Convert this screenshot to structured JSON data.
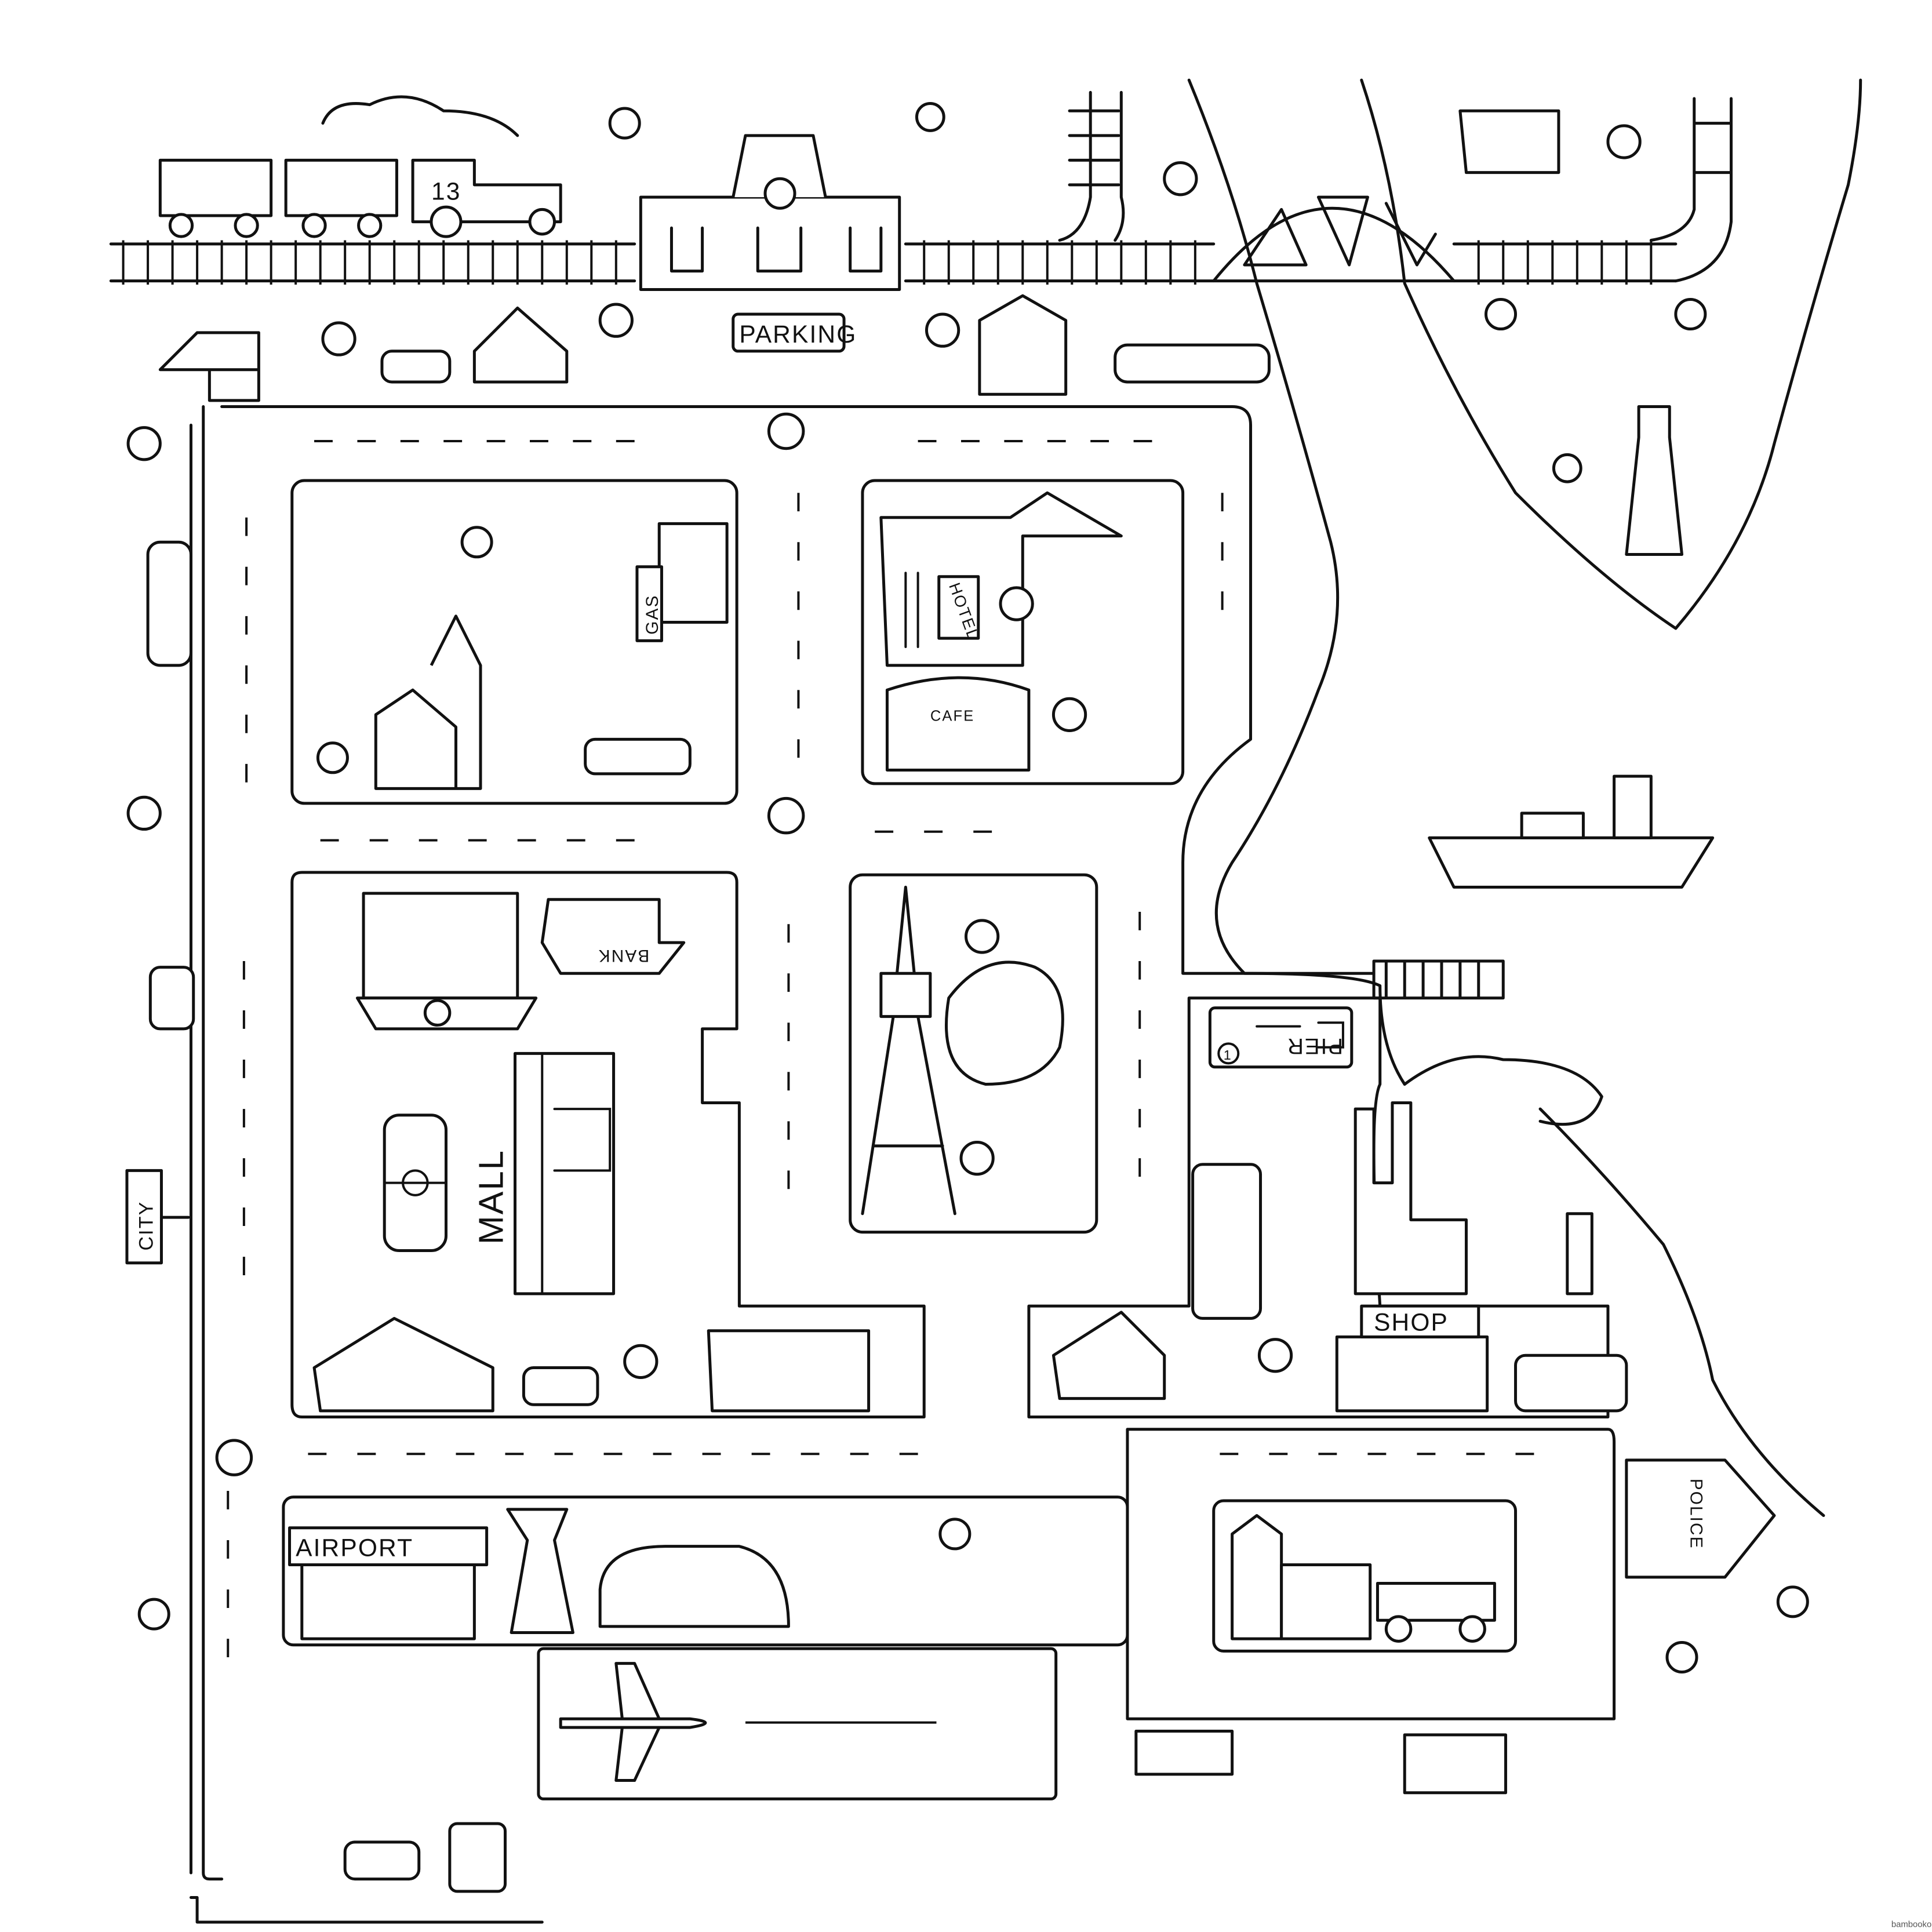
{
  "map": {
    "labels": {
      "parking": "PARKING",
      "gas": "GAS",
      "hotel": "HOTEL",
      "cafe": "CAFE",
      "bank": "BANK",
      "mall": "MALL",
      "city": "CITY",
      "airport": "AIRPORT",
      "shop": "SHOP",
      "pier": "PIER",
      "pier_number": "1",
      "police": "POLICE",
      "train_number": "13"
    },
    "watermark": "bambooko.eu",
    "line_color": "#111111",
    "background": "#ffffff"
  }
}
